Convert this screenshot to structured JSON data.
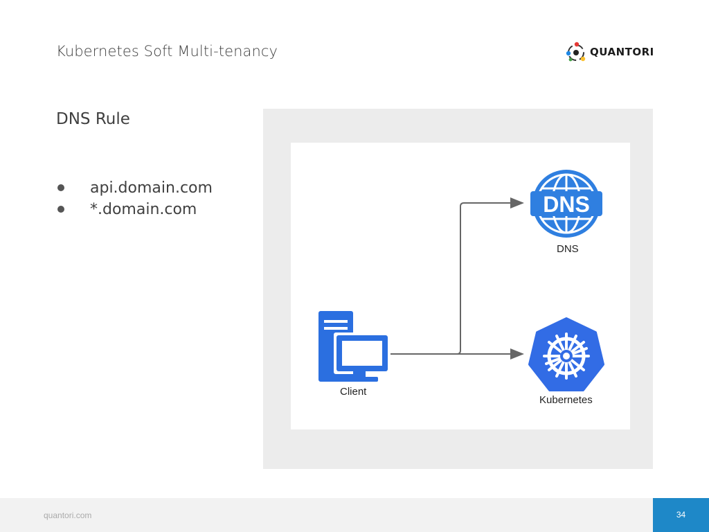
{
  "slide": {
    "title": "Kubernetes Soft Multi-tenancy",
    "section_title": "DNS Rule",
    "bullets": [
      "api.domain.com",
      "*.domain.com"
    ]
  },
  "logo": {
    "text": "QUANTORI"
  },
  "diagram": {
    "nodes": {
      "dns": {
        "icon_text": "DNS",
        "label": "DNS"
      },
      "client": {
        "label": "Client"
      },
      "kubernetes": {
        "label": "Kubernetes"
      }
    },
    "colors": {
      "icon_blue": "#2f7fe0",
      "k8s_blue": "#326ce5",
      "client_blue": "#2b6fe0",
      "arrow": "#666666",
      "panel": "#ececec"
    }
  },
  "footer": {
    "url": "quantori.com",
    "page_number": "34",
    "accent": "#1e88c8"
  }
}
